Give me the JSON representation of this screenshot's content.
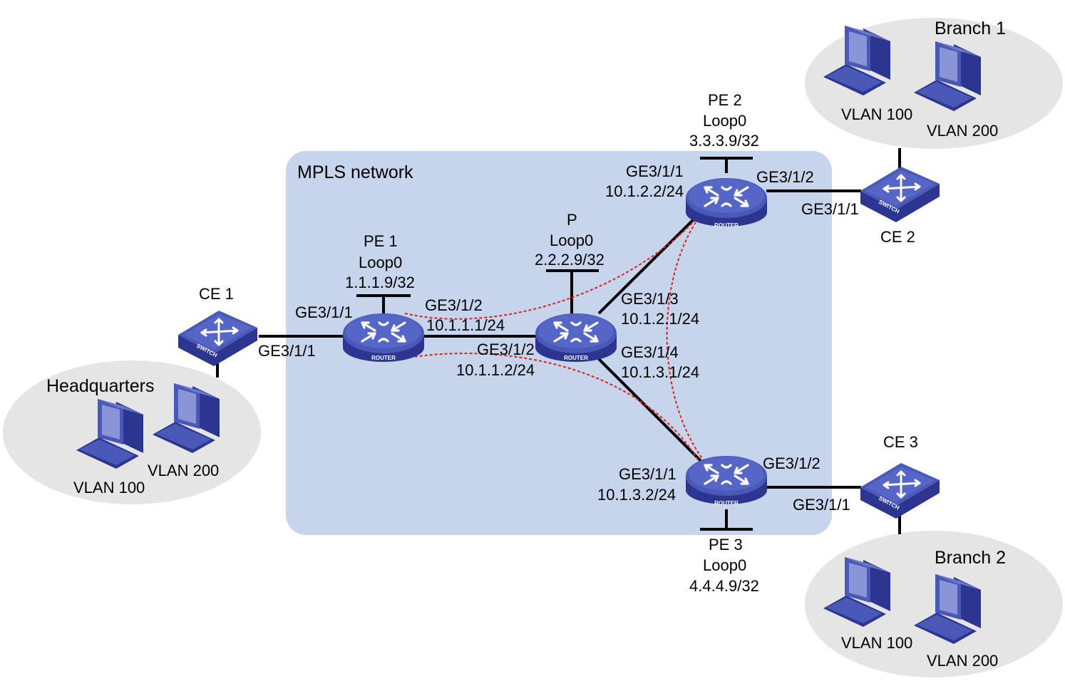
{
  "network": {
    "label": "MPLS network"
  },
  "sites": {
    "headquarters": {
      "label": "Headquarters",
      "pc1": "VLAN 100",
      "pc2": "VLAN 200"
    },
    "branch1": {
      "label": "Branch 1",
      "pc1": "VLAN 100",
      "pc2": "VLAN 200"
    },
    "branch2": {
      "label": "Branch 2",
      "pc1": "VLAN 100",
      "pc2": "VLAN 200"
    }
  },
  "devices": {
    "ce1": {
      "name": "CE 1",
      "tag": "SWITCH",
      "port": "GE3/1/1"
    },
    "ce2": {
      "name": "CE 2",
      "tag": "SWITCH",
      "port": "GE3/1/1"
    },
    "ce3": {
      "name": "CE 3",
      "tag": "SWITCH",
      "port": "GE3/1/1"
    },
    "pe1": {
      "name": "PE 1",
      "tag": "ROUTER",
      "loop": "Loop0",
      "loop_ip": "1.1.1.9/32",
      "ge1": "GE3/1/1",
      "ge2": "GE3/1/2",
      "ge2_ip": "10.1.1.1/24"
    },
    "p": {
      "name": "P",
      "tag": "ROUTER",
      "loop": "Loop0",
      "loop_ip": "2.2.2.9/32",
      "ge2": "GE3/1/2",
      "ge2_ip": "10.1.1.2/24",
      "ge3": "GE3/1/3",
      "ge3_ip": "10.1.2.1/24",
      "ge4": "GE3/1/4",
      "ge4_ip": "10.1.3.1/24"
    },
    "pe2": {
      "name": "PE 2",
      "tag": "ROUTER",
      "loop": "Loop0",
      "loop_ip": "3.3.3.9/32",
      "ge1": "GE3/1/1",
      "ge1_ip": "10.1.2.2/24",
      "ge2": "GE3/1/2"
    },
    "pe3": {
      "name": "PE 3",
      "tag": "ROUTER",
      "loop": "Loop0",
      "loop_ip": "4.4.4.9/32",
      "ge1": "GE3/1/1",
      "ge1_ip": "10.1.3.2/24",
      "ge2": "GE3/1/2"
    }
  },
  "colors": {
    "mpls_area": "#c6d4ec",
    "site_cloud": "#e5e5e5",
    "device_top": "#4a58b8",
    "device_side": "#2c3590",
    "tunnel": "#e0201a",
    "link": "#000000"
  }
}
